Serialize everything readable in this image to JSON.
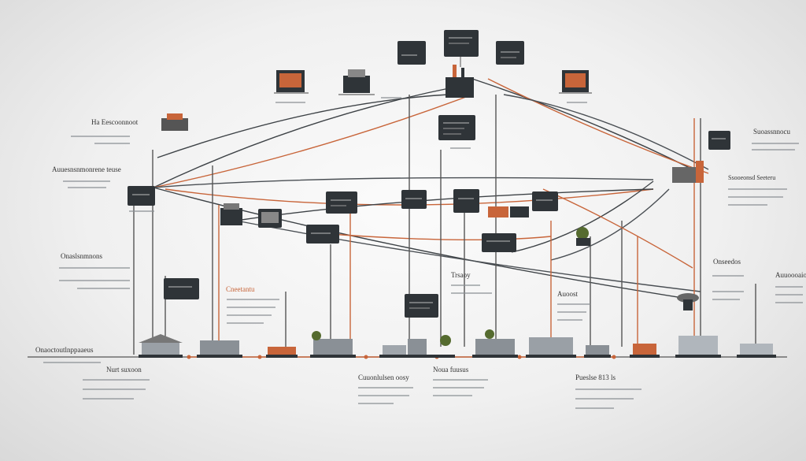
{
  "colors": {
    "dark": "#2f3438",
    "orange": "#c8653a",
    "line": "#4a4f54",
    "light": "#9aa0a6"
  },
  "labels": {
    "l_hub": "Ha Eescoonnoot",
    "l_left1": "Auuesnsnmonrene teuse",
    "l_left2": "Onaslsnmnons",
    "l_left3": "Onaoctoutlnppaaeus",
    "l_bottom1": "Nurt suxoon",
    "l_orange": "Cneetantu",
    "l_mid1": "Cuuonlulsen oosy",
    "l_mid2": "Trsaoy",
    "l_mid3": "Noua fuusus",
    "l_mid4": "Auoost",
    "l_bottom2": "Pueslse 813 ls",
    "l_right1": "Suoassnnocu",
    "l_right2": "Ssooeonsd Seeteru",
    "l_right3": "Onseedos",
    "l_right4": "Auuoooaion"
  },
  "nodes": [
    {
      "id": "top-terminal-1",
      "icon": "terminal-icon"
    },
    {
      "id": "top-terminal-2",
      "icon": "terminal-icon"
    },
    {
      "id": "top-terminal-3",
      "icon": "terminal-icon"
    },
    {
      "id": "factory-hub",
      "icon": "factory-icon"
    },
    {
      "id": "storefront-left",
      "icon": "storefront-icon"
    },
    {
      "id": "printer",
      "icon": "printer-icon"
    },
    {
      "id": "storefront-right",
      "icon": "storefront-icon"
    },
    {
      "id": "server-center",
      "icon": "server-icon"
    },
    {
      "id": "building-bank",
      "icon": "bank-icon"
    },
    {
      "id": "building-station",
      "icon": "station-icon"
    }
  ]
}
